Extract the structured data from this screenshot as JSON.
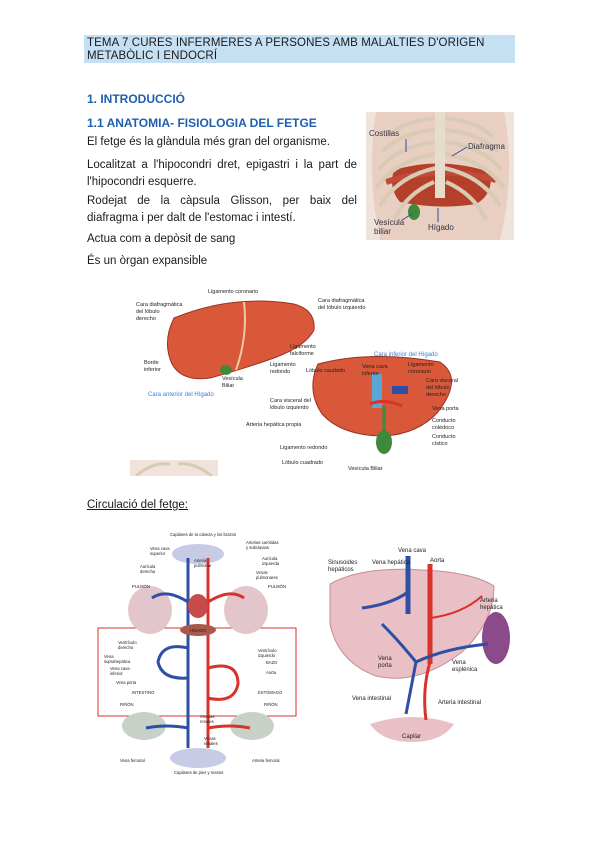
{
  "header": {
    "line1": "TEMA 7 CURES INFERMERES A PERSONES AMB MALALTIES D'ORIGEN",
    "line2": "METABÒLIC I ENDOCRÍ"
  },
  "sections": {
    "intro_heading": "1. INTRODUCCIÓ",
    "anatomy_heading": "1.1 ANATOMIA- FISIOLOGIA DEL FETGE",
    "circulation_title": "Circulació del fetge:"
  },
  "paragraphs": {
    "p1": "El fetge és la glàndula més gran del organisme.",
    "p2": "Localitzat a l'hipocondri dret, epigastri i la part de l'hipocondri esquerre.",
    "p3": "Rodejat de la càpsula Glisson, per baix del diafragma i per dalt de l'estomac i intestí.",
    "p4": "Actua com a depòsit de sang",
    "p5": "És un òrgan expansible"
  },
  "fig_ribcage": {
    "costillas": "Costillas",
    "diafragma": "Diafragma",
    "vesicula": "Vesícula",
    "biliar": "biliar",
    "higado": "Hígado"
  },
  "fig_liver": {
    "lig_coronario": "Ligamento coronario",
    "cara_diaf_der_1": "Cara diafragmática",
    "cara_diaf_der_2": "del lóbulo",
    "cara_diaf_der_3": "derecho",
    "cara_diaf_izq_1": "Cara diafragmática",
    "cara_diaf_izq_2": "del lóbulo izquierdo",
    "lig_falciforme_1": "Ligamento",
    "lig_falciforme_2": "falciforme",
    "borde_1": "Borde",
    "borde_2": "inferior",
    "lig_redondo_1": "Ligamento",
    "lig_redondo_2": "redondo",
    "vesicula_1": "Vesícula",
    "vesicula_2": "Biliar",
    "cara_anterior": "Cara anterior del Hígado",
    "cara_inferior": "Cara inferior del Hígado",
    "lobulo_caudado": "Lóbulo caudado",
    "vena_cava_1": "Vena cava",
    "vena_cava_2": "inferior",
    "lig_coronario2_1": "Ligamento",
    "lig_coronario2_2": "coronario",
    "cara_visc_der_1": "Cara visceral",
    "cara_visc_der_2": "del lóbulo",
    "cara_visc_der_3": "derecho",
    "cara_visc_izq_1": "Cara visceral del",
    "cara_visc_izq_2": "lóbulo izquierdo",
    "vena_porta": "Vena porta",
    "arteria_hepatica": "Arteria hepática propia",
    "conducto_coledoco_1": "Conducto",
    "conducto_coledoco_2": "colédoco",
    "lig_redondo_b": "Ligamento redondo",
    "conducto_cistico_1": "Conducto",
    "conducto_cistico_2": "cístico",
    "lobulo_cuadrado": "Lóbulo cuadrado",
    "vesicula_biliar": "Vesícula Biliar"
  },
  "fig_circulation": {
    "capilares_top": "Capilares de la cabeza y los brazos",
    "arterias_carotidas_1": "Arterias carótidas",
    "arterias_carotidas_2": "y subclavias",
    "vena_cava_sup_1": "Vena cava",
    "vena_cava_sup_2": "superior",
    "arteria_pulmonar_1": "Arteria",
    "arteria_pulmonar_2": "pulmonar",
    "auricula_izq_1": "Aurícula",
    "auricula_izq_2": "izquierda",
    "auricula_der_1": "Aurícula",
    "auricula_der_2": "derecha",
    "venas_pulm_1": "Venas",
    "venas_pulm_2": "pulmonares",
    "pulmon_l": "PULMÓN",
    "pulmon_r": "PULMÓN",
    "higado": "HÍGADO",
    "ventriculo_der_1": "Ventrículo",
    "ventriculo_der_2": "derecho",
    "vena_supra_1": "Vena",
    "vena_supra_2": "suprahepática",
    "ventriculo_izq_1": "Ventrículo",
    "ventriculo_izq_2": "izquierdo",
    "vena_cava_inf_1": "Vena cava",
    "vena_cava_inf_2": "inferior",
    "bazo": "BAZO",
    "aorta": "Aorta",
    "vena_porta": "Vena porta",
    "intestino": "INTESTINO",
    "estomago": "ESTÓMAGO",
    "rinon_l": "RIÑÓN",
    "rinon_r": "RIÑÓN",
    "arterias_renales_1": "Arterias",
    "arterias_renales_2": "renales",
    "venas_renales_1": "Venas",
    "venas_renales_2": "renales",
    "vena_femoral": "Vena femoral",
    "arteria_femoral": "Arteria femoral",
    "capilares_bottom": "Capilares de pies y manos"
  },
  "fig_portal": {
    "sinusoides_1": "Sinusoides",
    "sinusoides_2": "hepáticos",
    "vena_hepatica": "Vena hepática",
    "vena_cava": "Vena cava",
    "aorta": "Aorta",
    "arteria_hepatica_1": "Arteria",
    "arteria_hepatica_2": "hepática",
    "vena_porta_1": "Vena",
    "vena_porta_2": "porta",
    "vena_esplenica_1": "Vena",
    "vena_esplenica_2": "esplénica",
    "vena_intestinal": "Vena intestinal",
    "arteria_intestinal": "Arteria intestinal",
    "capilar": "Capilar"
  },
  "colors": {
    "header_band": "#c5dff3",
    "heading_blue": "#1f5fae",
    "liver": "#d9583a",
    "artery": "#d8322b",
    "vein": "#2e4fa3"
  }
}
